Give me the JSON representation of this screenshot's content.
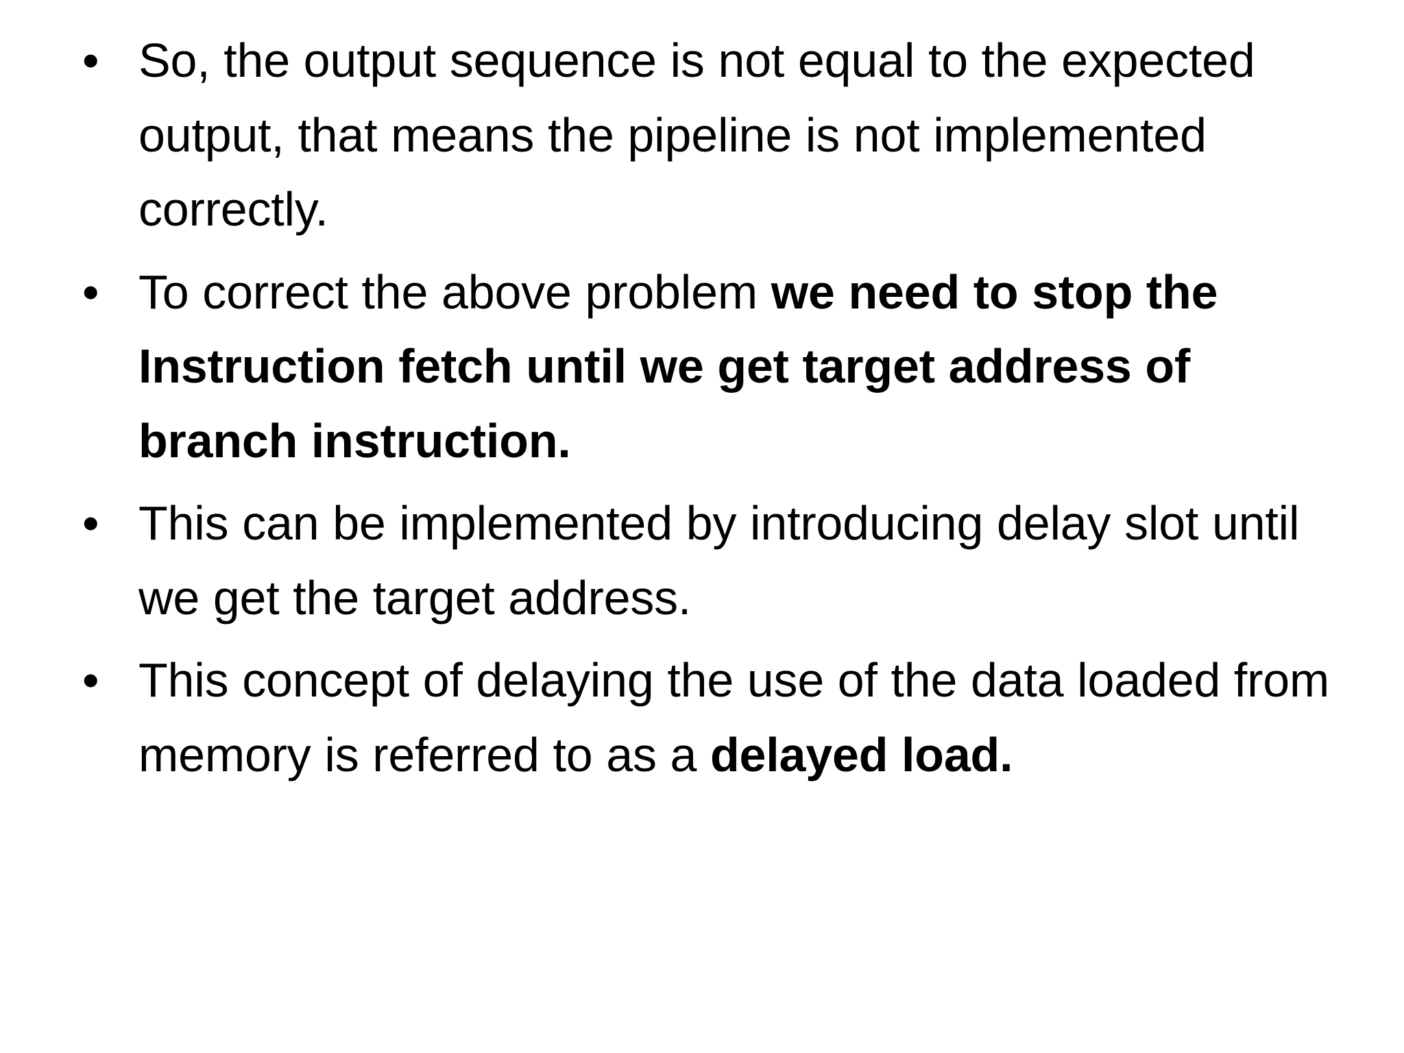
{
  "slide": {
    "background_color": "#FFFFFF",
    "text_color": "#000000",
    "bullet_glyph": "•",
    "bullets": [
      {
        "id": "bullet-1",
        "runs": [
          {
            "text": "So, the output sequence is not equal to the expected output, that means the pipeline is not implemented correctly.",
            "bold": false
          }
        ],
        "plain_text": "So, the output sequence is not equal to the expected output, that means the pipeline is not implemented correctly."
      },
      {
        "id": "bullet-2",
        "runs": [
          {
            "text": "To correct the above problem ",
            "bold": false
          },
          {
            "text": "we need to stop the Instruction fetch until we get target address of branch instruction.",
            "bold": true
          }
        ],
        "plain_text": "To correct the above problem we need to stop the Instruction fetch until we get target address of branch instruction."
      },
      {
        "id": "bullet-3",
        "runs": [
          {
            "text": "This can be implemented by introducing delay slot until we get the target address.",
            "bold": false
          }
        ],
        "plain_text": "This can be implemented by introducing delay slot until we get the target address."
      },
      {
        "id": "bullet-4",
        "runs": [
          {
            "text": "This concept of delaying the use of the data loaded from memory is referred to as a ",
            "bold": false
          },
          {
            "text": "delayed load.",
            "bold": true
          }
        ],
        "plain_text": "This concept of delaying the use of the data loaded from memory is referred to as a delayed load."
      }
    ]
  }
}
